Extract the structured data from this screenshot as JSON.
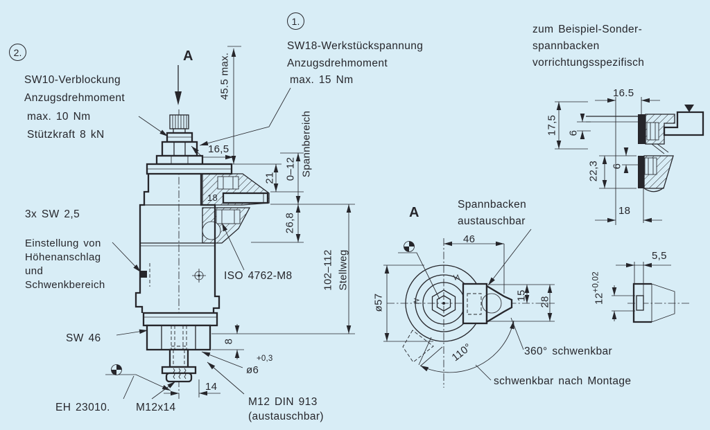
{
  "colors": {
    "background": "#d8edf6",
    "ink": "#26262b"
  },
  "callout_1": {
    "number": "1.",
    "lines": [
      "SW18-Werkstückspannung",
      "Anzugsdrehmoment",
      "max. 15 Nm"
    ]
  },
  "callout_2": {
    "number": "2.",
    "lines": [
      "SW10-Verblockung",
      "Anzugsdrehmoment",
      "max. 10 Nm",
      "Stützkraft 8 kN"
    ]
  },
  "notes": {
    "example": [
      "zum Beispiel-Sonder-",
      "spannbacken",
      "vorrichtungsspezifisch"
    ],
    "sw25": "3x SW 2,5",
    "adjust": [
      "Einstellung von",
      "Höhenanschlag",
      "und",
      "Schwenkbereich"
    ],
    "sw46": "SW 46",
    "eh": "EH 23010.",
    "m12x14": "M12x14",
    "m12_din": [
      "M12 DIN 913",
      "(austauschbar)"
    ],
    "iso": "ISO 4762-M8",
    "spannbacken": [
      "Spannbacken",
      "austauschbar"
    ],
    "schwenk360": "360° schwenkbar",
    "montage": "schwenkbar nach Montage"
  },
  "views": {
    "main_arrow": "A",
    "viewA": "A"
  },
  "dims": {
    "main": {
      "height_max": "45.5 max.",
      "d16_5": "16,5",
      "d21": "21",
      "range": "0–12",
      "range_label": "Spannbereich",
      "d18": "18",
      "d26_8": "26,8",
      "travel": "102–112",
      "travel_label": "Stellweg",
      "d8": "8",
      "dia6": "ø6",
      "dia6_tol": "+0,3",
      "d14": "14"
    },
    "viewA": {
      "d46": "46",
      "dia57": "ø57",
      "d15": "15",
      "d28": "28",
      "angle": "110°"
    },
    "detail_jaws": {
      "d16_5": "16.5",
      "d17_5": "17,5",
      "d6_upper": "6",
      "d22_3": "22,3",
      "d6_lower": "6",
      "d18": "18"
    },
    "detail_insert": {
      "d5_5": "5,5",
      "d12": "12",
      "d12_tol": "+0,02"
    }
  }
}
